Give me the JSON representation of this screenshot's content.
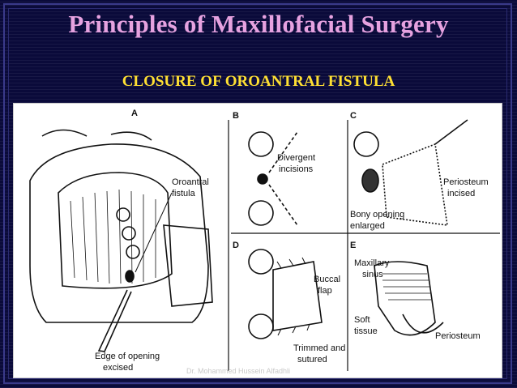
{
  "slide": {
    "title": "Principles of Maxillofacial Surgery",
    "subtitle": "CLOSURE OF OROANTRAL FISTULA",
    "watermark": "Dr. Mohammed Hussein Alfadhli"
  },
  "figure": {
    "panel_labels": [
      "A",
      "B",
      "C",
      "D",
      "E"
    ],
    "labels": {
      "oroantral_fistula": [
        "Oroantral",
        "fistula"
      ],
      "edge_of_opening": [
        "Edge of opening",
        "excised"
      ],
      "divergent_incisions": [
        "Divergent",
        "incisions"
      ],
      "periosteum_incised": [
        "Periosteum",
        "incised"
      ],
      "bony_opening": [
        "Bony opening",
        "enlarged"
      ],
      "buccal_flap": [
        "Buccal",
        "flap"
      ],
      "trimmed_sutured": [
        "Trimmed and",
        "sutured"
      ],
      "maxillary_sinus": [
        "Maxillary",
        "sinus"
      ],
      "soft_tissue": [
        "Soft",
        "tissue"
      ],
      "periosteum": "Periosteum"
    }
  },
  "colors": {
    "background": "#0a0a3a",
    "title": "#e6a2e0",
    "subtitle": "#ffe033"
  }
}
